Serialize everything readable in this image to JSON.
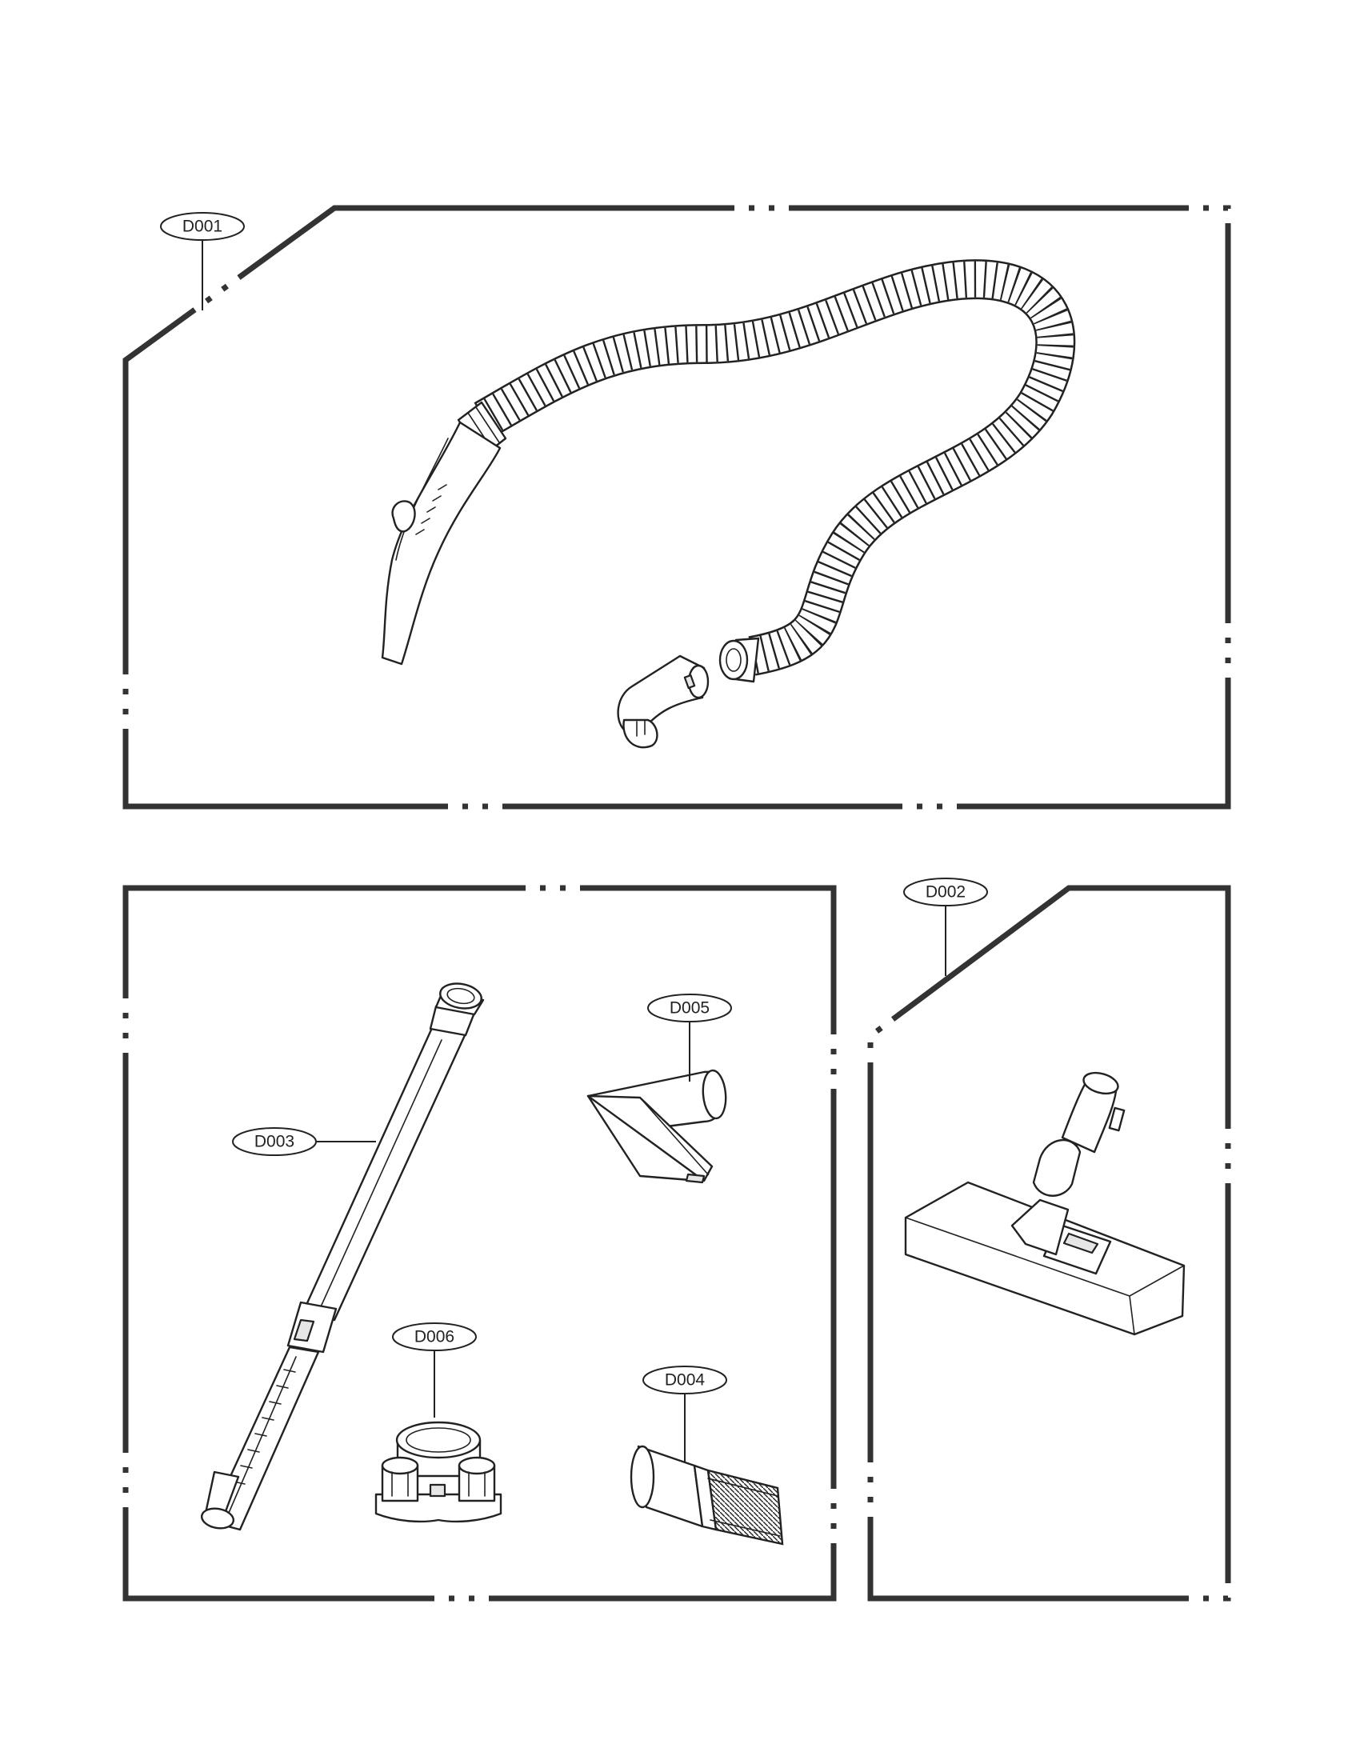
{
  "callouts": {
    "d001": "D001",
    "d002": "D002",
    "d003": "D003",
    "d004": "D004",
    "d005": "D005",
    "d006": "D006"
  }
}
